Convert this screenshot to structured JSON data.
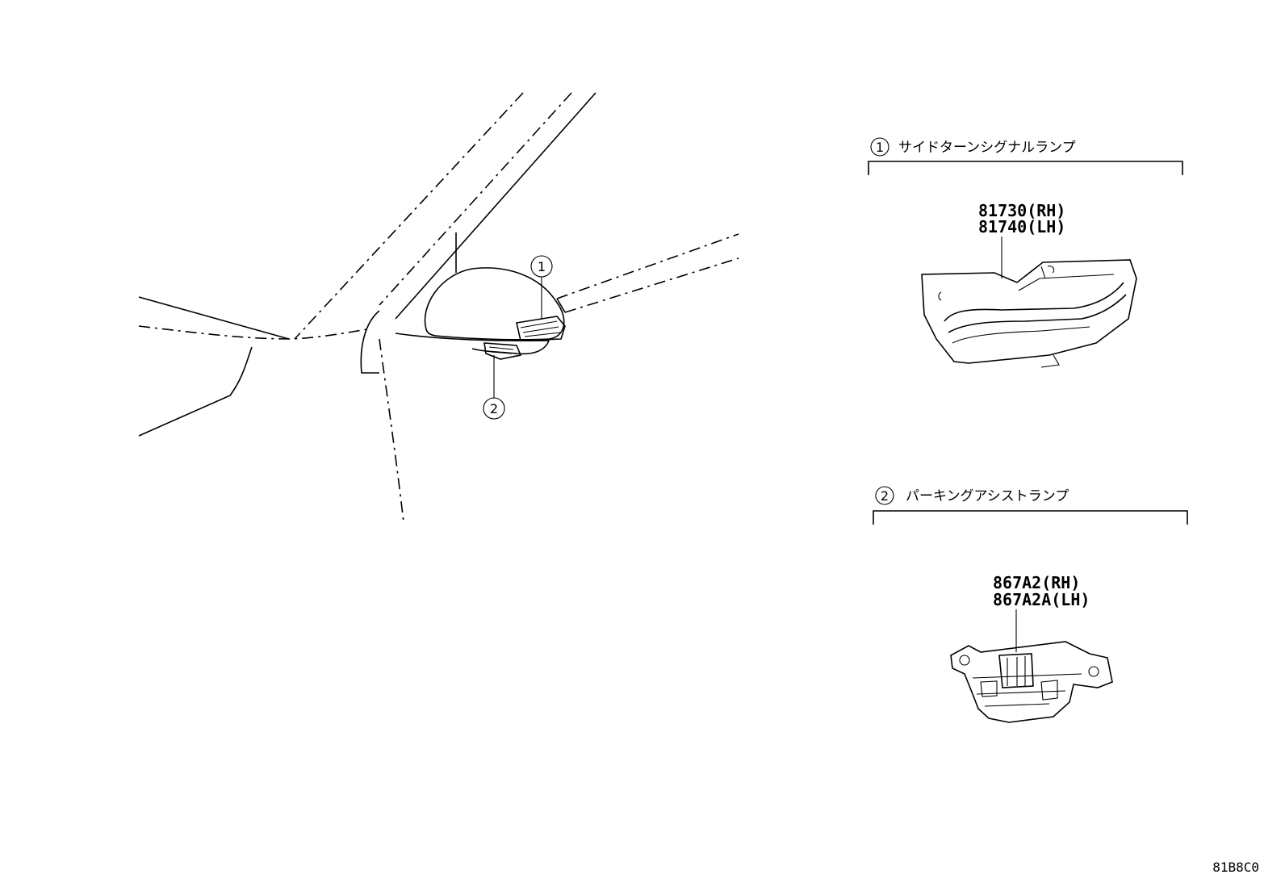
{
  "callouts": [
    {
      "number": "1",
      "title": "サイドターンシグナルランプ",
      "part_numbers": [
        "81730(RH)",
        "81740(LH)"
      ]
    },
    {
      "number": "2",
      "title": "パーキングアシストランプ",
      "part_numbers": [
        "867A2(RH)",
        "867A2A(LH)"
      ]
    }
  ],
  "figure_code": "81B8C0"
}
